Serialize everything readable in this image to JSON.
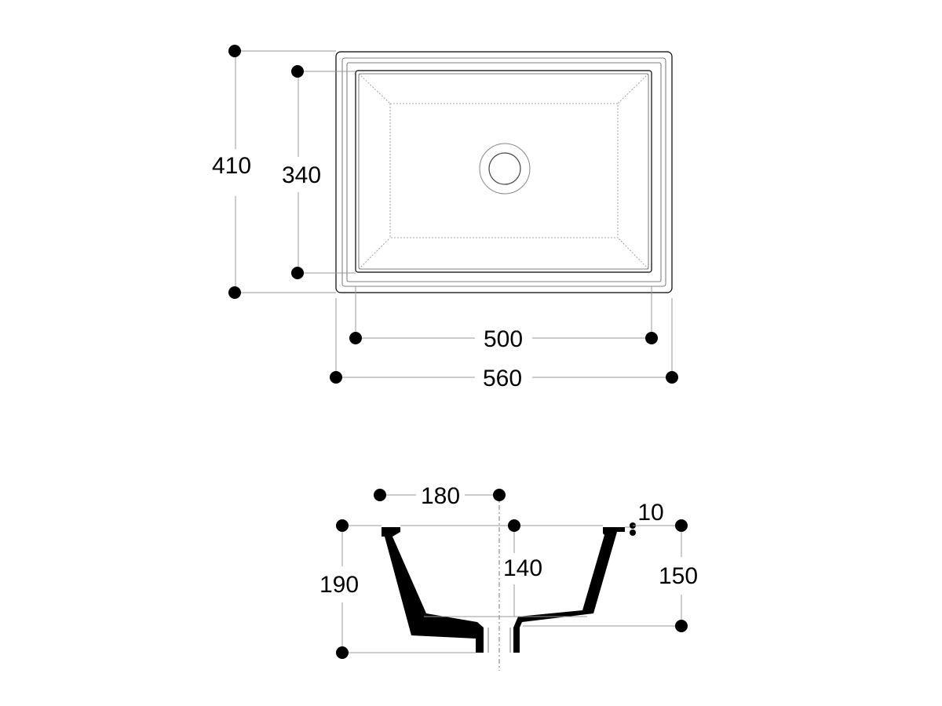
{
  "plan_view": {
    "dimensions": {
      "outer_height": "410",
      "inner_height": "340",
      "inner_width": "500",
      "outer_width": "560"
    }
  },
  "section_view": {
    "dimensions": {
      "rim_to_centre": "180",
      "rim_thickness": "10",
      "overall_depth": "190",
      "bowl_depth": "140",
      "outer_depth": "150"
    }
  },
  "colors": {
    "ink": "#000000",
    "dimension_line": "#9a9a9a",
    "background": "#ffffff"
  }
}
